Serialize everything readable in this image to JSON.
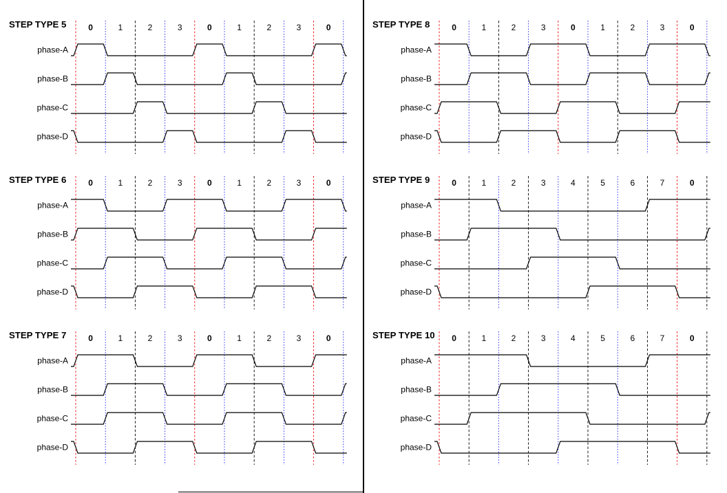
{
  "page": {
    "background": "#ffffff"
  },
  "style": {
    "waveform_color": "#000000",
    "grid_red": "#ee0000",
    "grid_blue": "#2222ee",
    "grid_black": "#000000",
    "divider_color": "#000000",
    "text_color": "#000000"
  },
  "phase_names": [
    "phase-A",
    "phase-B",
    "phase-C",
    "phase-D"
  ],
  "chart_data": [
    {
      "type": "timing",
      "title": "STEP TYPE 5",
      "position": "left-top",
      "steps_per_cycle": 4,
      "steps": [
        "0",
        "1",
        "2",
        "3",
        "0",
        "1",
        "2",
        "3",
        "0"
      ],
      "bold_steps": [
        0,
        4,
        8
      ],
      "grid_colors": [
        "red",
        "blue",
        "black",
        "blue",
        "red",
        "blue",
        "black",
        "blue",
        "red",
        "blue"
      ],
      "phases": [
        {
          "label": "phase-A",
          "cycle": [
            1,
            0,
            0,
            0
          ]
        },
        {
          "label": "phase-B",
          "cycle": [
            0,
            1,
            0,
            0
          ]
        },
        {
          "label": "phase-C",
          "cycle": [
            0,
            0,
            1,
            0
          ]
        },
        {
          "label": "phase-D",
          "cycle": [
            0,
            0,
            0,
            1
          ]
        }
      ]
    },
    {
      "type": "timing",
      "title": "STEP TYPE 6",
      "position": "left-middle",
      "steps_per_cycle": 4,
      "steps": [
        "0",
        "1",
        "2",
        "3",
        "0",
        "1",
        "2",
        "3",
        "0"
      ],
      "bold_steps": [
        0,
        4,
        8
      ],
      "grid_colors": [
        "red",
        "blue",
        "black",
        "blue",
        "red",
        "blue",
        "black",
        "blue",
        "red",
        "blue"
      ],
      "phases": [
        {
          "label": "phase-A",
          "cycle": [
            1,
            0,
            0,
            1
          ]
        },
        {
          "label": "phase-B",
          "cycle": [
            1,
            1,
            0,
            0
          ]
        },
        {
          "label": "phase-C",
          "cycle": [
            0,
            1,
            1,
            0
          ]
        },
        {
          "label": "phase-D",
          "cycle": [
            0,
            0,
            1,
            1
          ]
        }
      ]
    },
    {
      "type": "timing",
      "title": "STEP TYPE 7",
      "position": "left-bottom",
      "steps_per_cycle": 4,
      "steps": [
        "0",
        "1",
        "2",
        "3",
        "0",
        "1",
        "2",
        "3",
        "0"
      ],
      "bold_steps": [
        0,
        4,
        8
      ],
      "grid_colors": [
        "red",
        "blue",
        "black",
        "blue",
        "red",
        "blue",
        "black",
        "blue",
        "red",
        "blue"
      ],
      "phases": [
        {
          "label": "phase-A",
          "cycle": [
            1,
            1,
            0,
            0
          ]
        },
        {
          "label": "phase-B",
          "cycle": [
            0,
            1,
            1,
            0
          ]
        },
        {
          "label": "phase-C",
          "cycle": [
            0,
            1,
            1,
            0
          ]
        },
        {
          "label": "phase-D",
          "cycle": [
            0,
            0,
            1,
            1
          ]
        }
      ]
    },
    {
      "type": "timing",
      "title": "STEP TYPE 8",
      "position": "right-top",
      "steps_per_cycle": 4,
      "steps": [
        "0",
        "1",
        "2",
        "3",
        "0",
        "1",
        "2",
        "3",
        "0"
      ],
      "bold_steps": [
        0,
        4,
        8
      ],
      "grid_colors": [
        "red",
        "blue",
        "black",
        "blue",
        "red",
        "blue",
        "black",
        "blue",
        "red",
        "blue"
      ],
      "phases": [
        {
          "label": "phase-A",
          "cycle": [
            1,
            0,
            0,
            1
          ]
        },
        {
          "label": "phase-B",
          "cycle": [
            0,
            1,
            1,
            0
          ]
        },
        {
          "label": "phase-C",
          "cycle": [
            1,
            1,
            0,
            0
          ]
        },
        {
          "label": "phase-D",
          "cycle": [
            0,
            0,
            1,
            1
          ]
        }
      ]
    },
    {
      "type": "timing",
      "title": "STEP TYPE 9",
      "position": "right-middle",
      "steps_per_cycle": 8,
      "steps": [
        "0",
        "1",
        "2",
        "3",
        "4",
        "5",
        "6",
        "7",
        "0"
      ],
      "bold_steps": [
        0,
        8
      ],
      "grid_colors": [
        "red",
        "black",
        "blue",
        "black",
        "blue",
        "black",
        "blue",
        "black",
        "red",
        "black"
      ],
      "phases": [
        {
          "label": "phase-A",
          "cycle": [
            1,
            1,
            0,
            0,
            0,
            0,
            0,
            1
          ]
        },
        {
          "label": "phase-B",
          "cycle": [
            0,
            1,
            1,
            1,
            0,
            0,
            0,
            0
          ]
        },
        {
          "label": "phase-C",
          "cycle": [
            0,
            0,
            0,
            1,
            1,
            1,
            0,
            0
          ]
        },
        {
          "label": "phase-D",
          "cycle": [
            0,
            0,
            0,
            0,
            0,
            1,
            1,
            1
          ]
        }
      ]
    },
    {
      "type": "timing",
      "title": "STEP TYPE 10",
      "position": "right-bottom",
      "steps_per_cycle": 8,
      "steps": [
        "0",
        "1",
        "2",
        "3",
        "4",
        "5",
        "6",
        "7",
        "0"
      ],
      "bold_steps": [
        0,
        8
      ],
      "grid_colors": [
        "red",
        "black",
        "blue",
        "black",
        "blue",
        "black",
        "blue",
        "black",
        "red",
        "black"
      ],
      "phases": [
        {
          "label": "phase-A",
          "cycle": [
            1,
            1,
            1,
            0,
            0,
            0,
            0,
            1
          ]
        },
        {
          "label": "phase-B",
          "cycle": [
            0,
            0,
            1,
            1,
            1,
            1,
            0,
            0
          ]
        },
        {
          "label": "phase-C",
          "cycle": [
            0,
            1,
            1,
            1,
            1,
            0,
            0,
            0
          ]
        },
        {
          "label": "phase-D",
          "cycle": [
            0,
            0,
            0,
            0,
            1,
            1,
            1,
            1
          ]
        }
      ]
    }
  ]
}
